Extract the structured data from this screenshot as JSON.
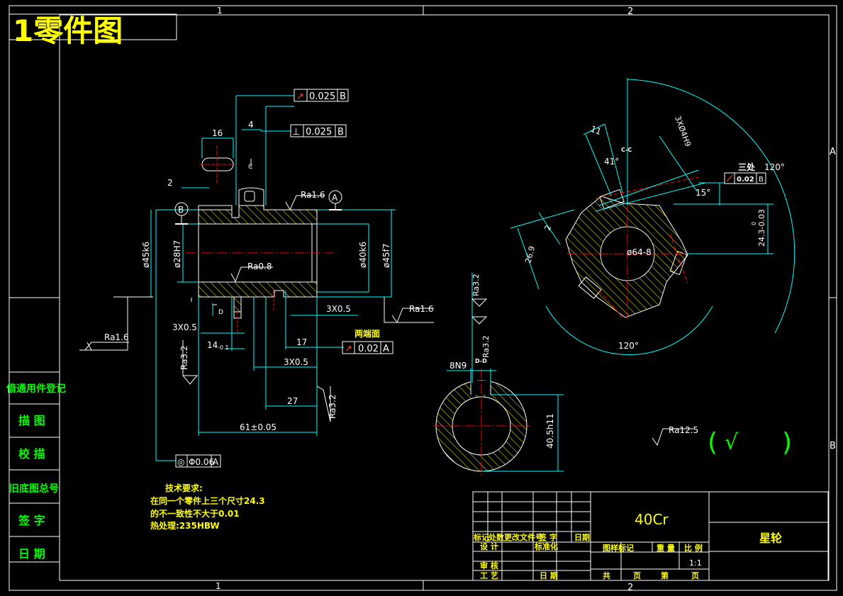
{
  "page_title": "1零件图",
  "border": {
    "zone_top_1": "1",
    "zone_top_2": "2",
    "zone_bottom_1": "1",
    "zone_bottom_2": "2",
    "zone_right_a": "A",
    "zone_right_b": "B"
  },
  "side_table": [
    "借通用件登记",
    "描 图",
    "校 描",
    "旧底图总号",
    "签 字",
    "日 期"
  ],
  "left_view": {
    "gdt_runout": {
      "symbol": "↗",
      "value": "0.025",
      "datum": "B"
    },
    "gdt_perp": {
      "symbol": "⊥",
      "value": "0.025",
      "datum": "B"
    },
    "gdt_endface": {
      "symbol": "↗",
      "value": "0.02",
      "datum": "A"
    },
    "gdt_coax": {
      "symbol": "◎",
      "value": "Φ0.06",
      "datum": "A"
    },
    "endface_label": "两端面",
    "datum_a": "A",
    "datum_b": "B",
    "dims": {
      "d16": "16",
      "d4": "4",
      "d2": "2",
      "phi45k6": "ø45k6",
      "phi28H7": "ø28H7",
      "phi40k6": "ø40k6",
      "phi45f7": "ø45f7",
      "c3x05_a": "3X0.5",
      "c3x05_b": "3X0.5",
      "c3x05_c": "3X0.5",
      "d14": "14",
      "d14tol": "-0.1",
      "d17": "17",
      "d27": "27",
      "d61": "61±0.05",
      "sec_c": "C",
      "sec_d": "D"
    },
    "roughness": {
      "ra16_top": "Ra1.6",
      "ra08": "Ra0.8",
      "ra16_right": "Ra1.6",
      "ra16_left": "Ra1.6",
      "ra32_a": "Ra3.2",
      "ra32_b": "Ra3.2"
    }
  },
  "key_view": {
    "d8N9": "8N9",
    "d405": "40.5h11",
    "ra32_a": "Ra3.2",
    "ra32_b": "Ra3.2",
    "sec": "D-D"
  },
  "right_view": {
    "sec": "C-C",
    "d11": "11",
    "a41": "41°",
    "holes": "3XØ4H9",
    "a15": "15°",
    "three_places": "三处",
    "gdt_pos": {
      "value": "0.02",
      "datum": "B"
    },
    "a120_top": "120°",
    "a120_bottom": "120°",
    "d243": "24.3-0.03",
    "d243_up": "0",
    "d2": "2",
    "d269": "26.9",
    "phi64": "ø64-8"
  },
  "other_roughness": {
    "symbol": "Ra12.5",
    "paren_open": "(",
    "check": "√",
    "paren_close": ")"
  },
  "tech_notes": {
    "title": "技术要求:",
    "line1": "在同一个零件上三个尺寸24.3",
    "line2": "的不一致性不大于0.01",
    "line3": "热处理:235HBW"
  },
  "title_block": {
    "material": "40Cr",
    "part_name": "星轮",
    "hdr_mark": "标记",
    "hdr_count": "处数",
    "hdr_file": "更改文件号",
    "hdr_sign": "签 字",
    "hdr_date": "日期",
    "design": "设 计",
    "standard": "标准化",
    "review": "审 核",
    "process": "工 艺",
    "date": "日 期",
    "stage": "图样标记",
    "weight": "重 量",
    "scale_label": "比 例",
    "scale": "1:1",
    "total": "共",
    "sheet": "页",
    "page_no": "第",
    "page": "页"
  }
}
